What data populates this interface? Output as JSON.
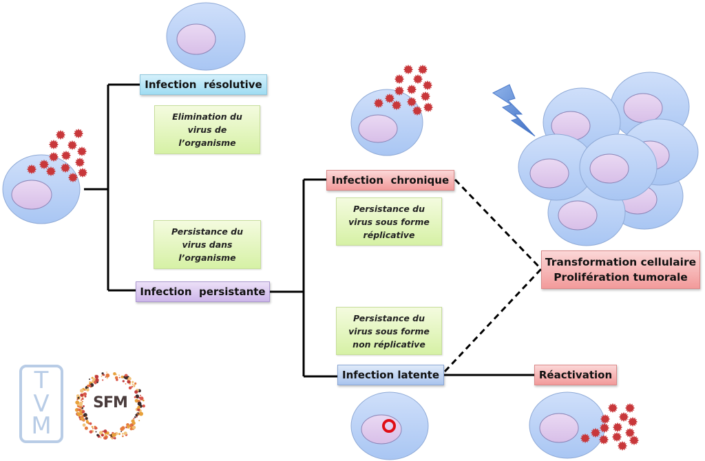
{
  "nodes": {
    "resolutive": {
      "label": "Infection  résolutive"
    },
    "persistante": {
      "label": "Infection  persistante"
    },
    "chronique": {
      "label": "Infection  chronique"
    },
    "latente": {
      "label": "Infection latente"
    },
    "transformation": {
      "line1": "Transformation cellulaire",
      "line2": "Prolifération tumorale"
    },
    "reactivation": {
      "label": "Réactivation"
    }
  },
  "notes": {
    "elimination": [
      "Elimination du",
      "virus de",
      "l’organisme"
    ],
    "persistance_organisme": [
      "Persistance du",
      "virus dans",
      "l’organisme"
    ],
    "persistance_replicative": [
      "Persistance du",
      "virus sous forme",
      "réplicative"
    ],
    "persistance_non_replicative": [
      "Persistance du",
      "virus sous forme",
      "non réplicative"
    ]
  },
  "logos": {
    "tvm": [
      "T",
      "V",
      "M"
    ],
    "sfm": "SFM"
  },
  "colors": {
    "cell": "#b7d0f5",
    "nucleus": "#e3cfee",
    "virus": "#c8373a",
    "episome": "#e00d14",
    "lightning": "#5f8fd8",
    "connector": "#000000"
  },
  "edges": [
    {
      "from": "infected-cell",
      "to": "resolutive",
      "style": "solid"
    },
    {
      "from": "infected-cell",
      "to": "persistante",
      "style": "solid"
    },
    {
      "from": "persistante",
      "to": "chronique",
      "style": "solid"
    },
    {
      "from": "persistante",
      "to": "latente",
      "style": "solid"
    },
    {
      "from": "chronique",
      "to": "transformation",
      "style": "dashed"
    },
    {
      "from": "latente",
      "to": "transformation",
      "style": "dashed"
    },
    {
      "from": "latente",
      "to": "reactivation",
      "style": "solid"
    }
  ]
}
